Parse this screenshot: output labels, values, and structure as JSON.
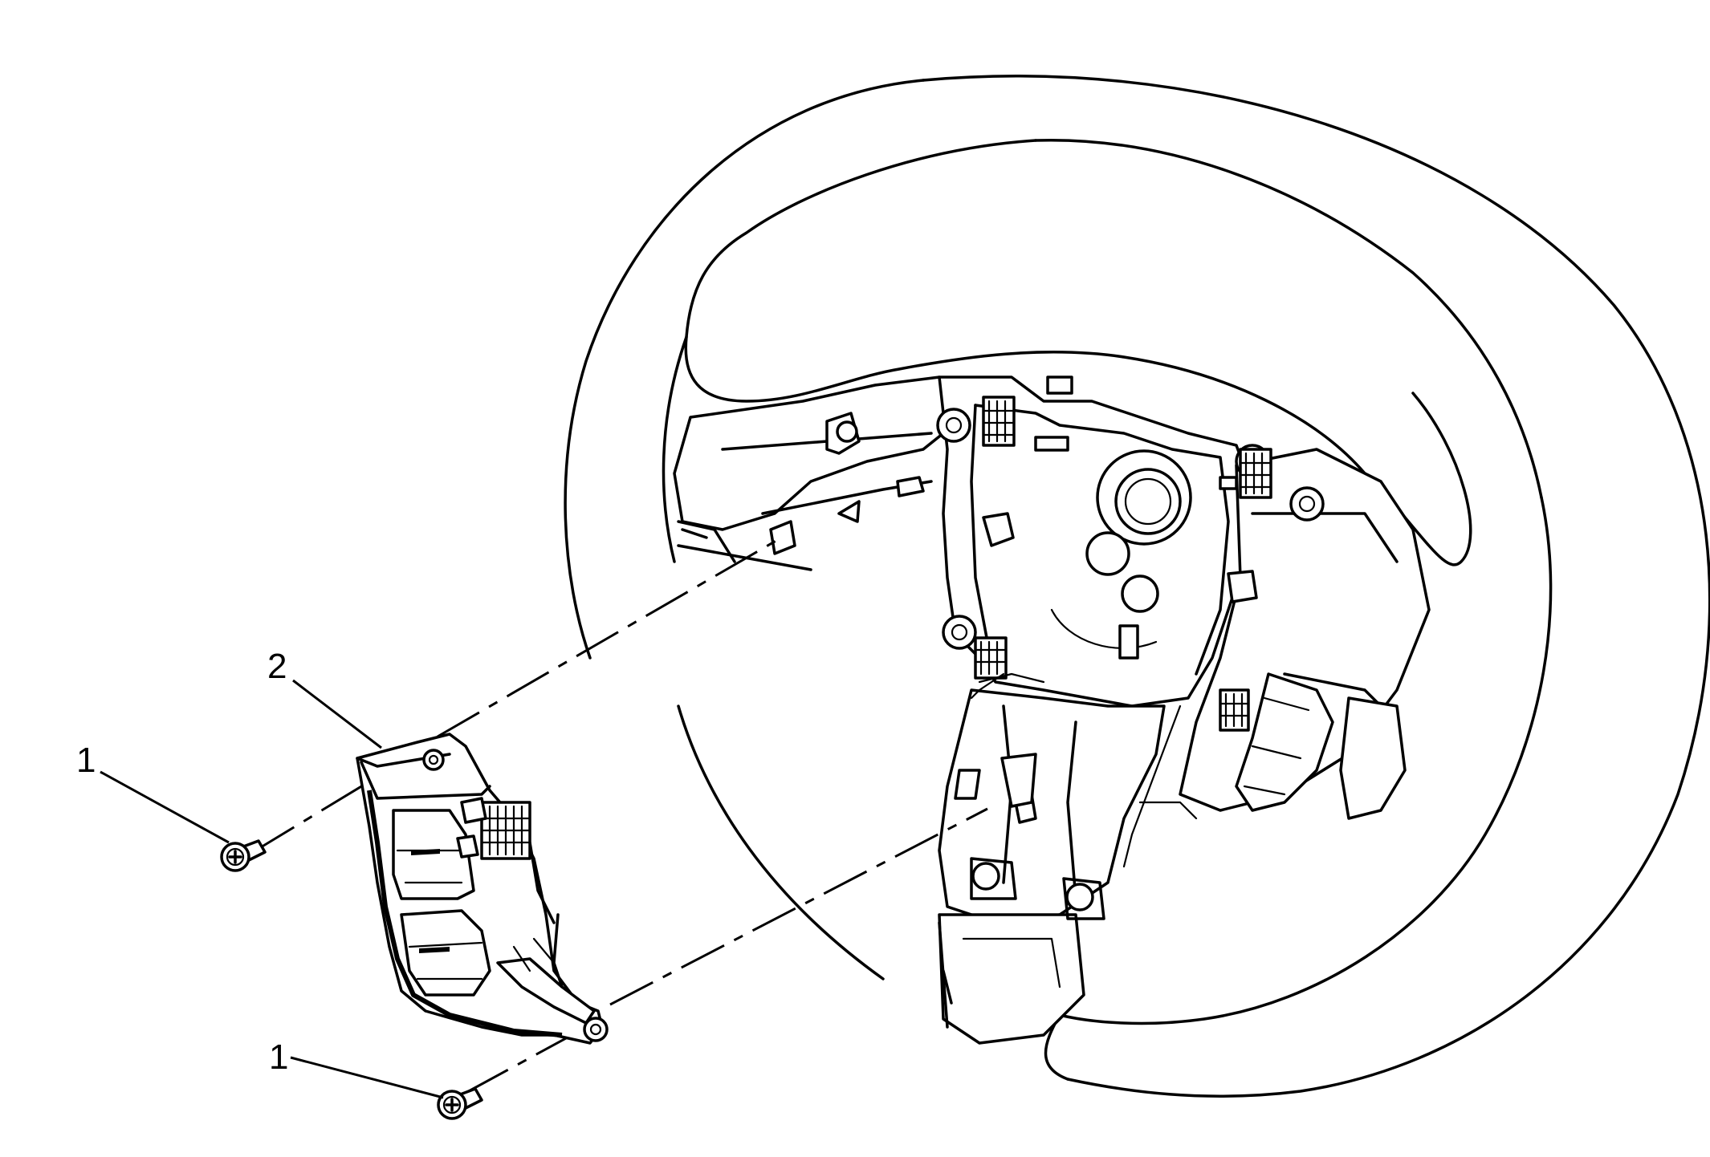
{
  "callouts": [
    {
      "id": "screw-top",
      "label": "1"
    },
    {
      "id": "switch",
      "label": "2"
    },
    {
      "id": "screw-bottom",
      "label": "1"
    }
  ]
}
